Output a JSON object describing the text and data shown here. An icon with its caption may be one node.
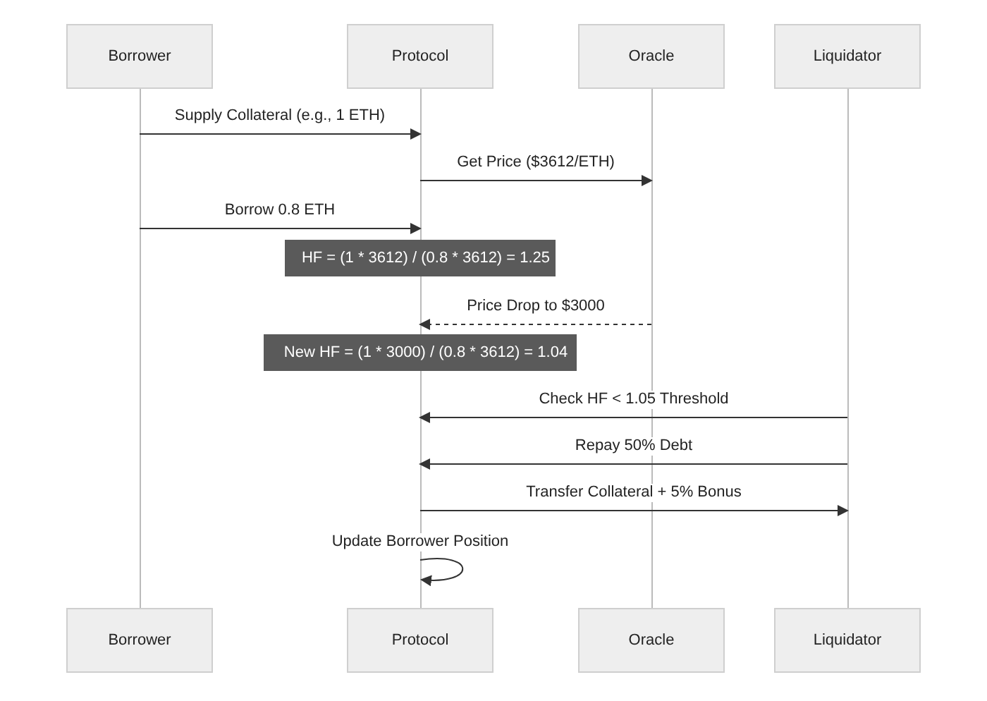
{
  "diagram": {
    "nodes": [
      {
        "text": [
          "Borrower"
        ]
      },
      {
        "text": [
          "Protocol"
        ]
      },
      {
        "text": [
          "Oracle"
        ]
      },
      {
        "text": [
          "Liquidator"
        ]
      },
      {
        "text": [],
        "shape": "line"
      },
      {
        "text": [],
        "shape": "line"
      },
      {
        "text": [],
        "shape": "line"
      },
      {
        "text": [],
        "shape": "line"
      },
      {
        "text": [
          "HF = (1 * 3612) / (0.8 * 3612) = 1.25"
        ]
      },
      {
        "text": [
          "New HF = (1 * 3000) / (0.8 * 3612) = 1.04"
        ]
      },
      {
        "text": [
          "Borrower"
        ]
      },
      {
        "text": [
          "Protocol"
        ]
      },
      {
        "text": [
          "Oracle"
        ]
      },
      {
        "text": [
          "Liquidator"
        ]
      }
    ],
    "edges": [
      {
        "from": 4,
        "to": 5,
        "arrow": "to",
        "label": "Supply Collateral (e.g., 1 ETH)"
      },
      {
        "from": 5,
        "to": 6,
        "arrow": "to",
        "label": "Get Price ($3612/ETH)"
      },
      {
        "from": 4,
        "to": 5,
        "arrow": "to",
        "label": "Borrow 0.8 ETH"
      },
      {
        "from": 6,
        "to": 5,
        "arrow": "to",
        "label": "Price Drop to $3000",
        "style": "dashed"
      },
      {
        "from": 7,
        "to": 5,
        "arrow": "to",
        "label": "Check HF < 1.05 Threshold"
      },
      {
        "from": 7,
        "to": 5,
        "arrow": "to",
        "label": "Repay 50% Debt"
      },
      {
        "from": 5,
        "to": 7,
        "arrow": "to",
        "label": "Transfer Collateral + 5% Bonus"
      },
      {
        "from": 5,
        "to": 5,
        "arrow": "to",
        "label": "Update Borrower Position"
      }
    ]
  }
}
